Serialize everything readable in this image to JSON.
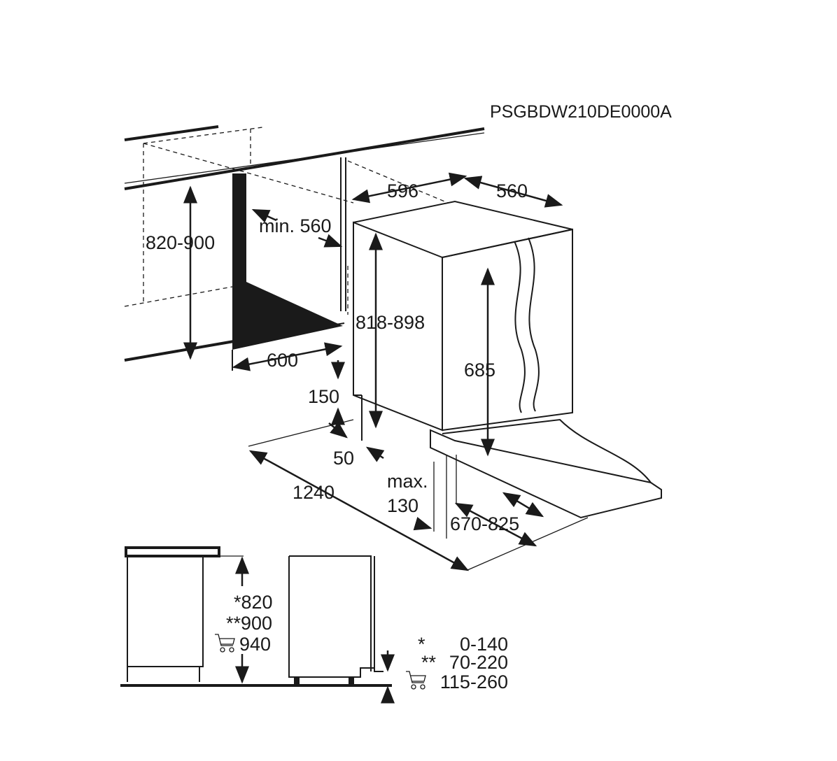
{
  "model_code": "PSGBDW210DE0000A",
  "dimensions": {
    "niche_height": "820-900",
    "niche_width_min": "min. 560",
    "niche_depth": "600",
    "appliance_width": "596",
    "appliance_depth": "560",
    "appliance_height": "818-898",
    "door_height": "685",
    "plinth_height": "150",
    "plinth_depth": "50",
    "total_depth_open": "1240",
    "max_label": "max.",
    "max_value": "130",
    "door_slide": "670-825"
  },
  "side_view": {
    "height_1": "*820",
    "height_2": "**900",
    "height_3": "940",
    "plinth_1_mark": "*",
    "plinth_1": "0-140",
    "plinth_2_mark": "**",
    "plinth_2": "70-220",
    "plinth_3": "115-260"
  },
  "icons": [
    "shopping-cart-icon"
  ]
}
